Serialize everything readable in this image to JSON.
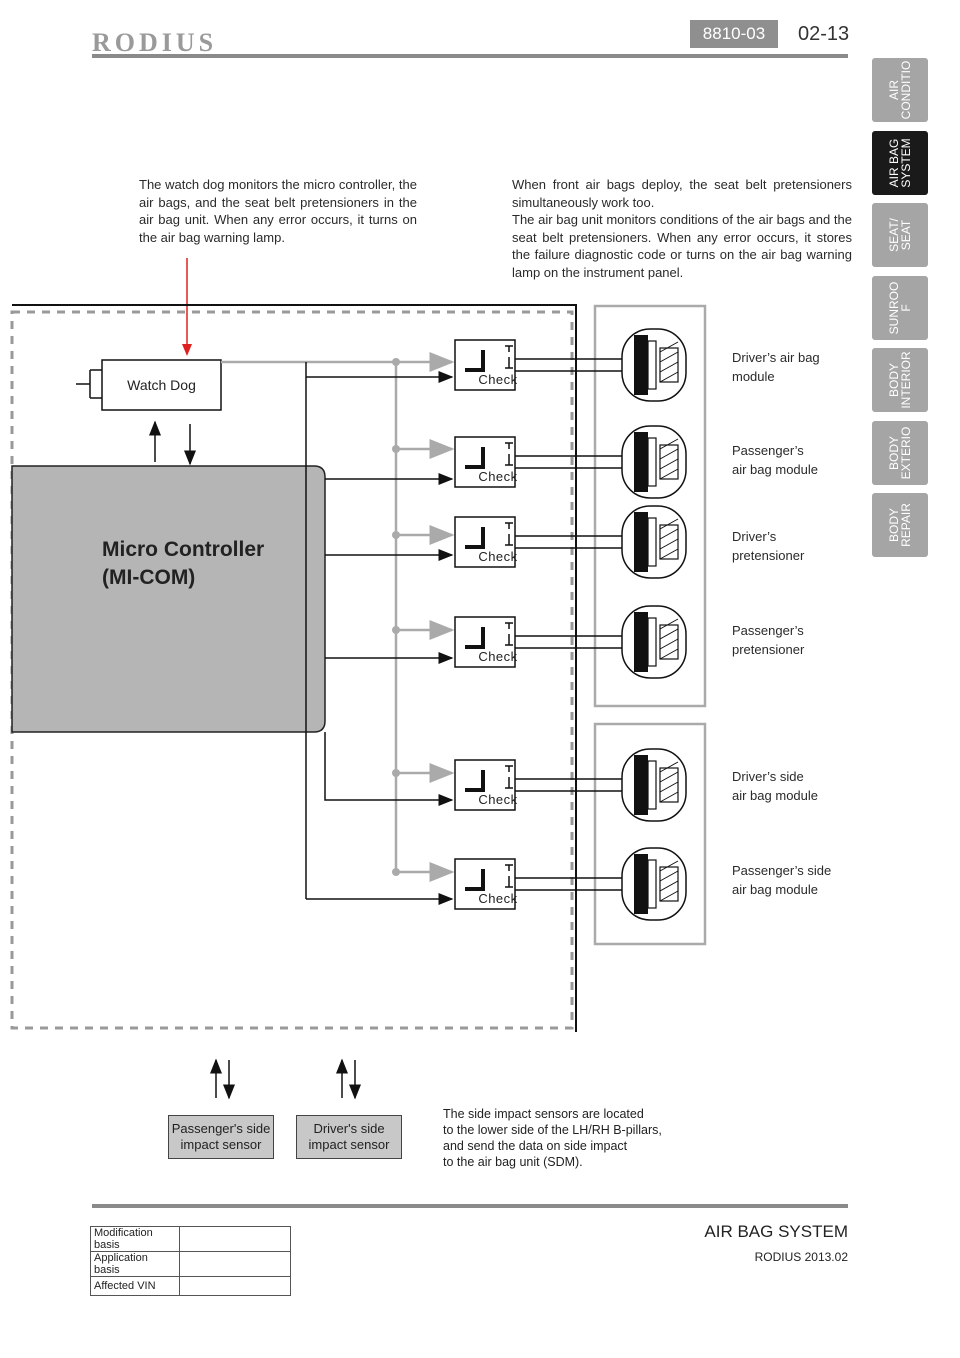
{
  "header": {
    "brand": "RODIUS",
    "doc_code": "8810-03",
    "page_number": "02-13"
  },
  "side_tabs": [
    {
      "label": "AIR\nCONDITIO",
      "active": false
    },
    {
      "label": "AIR BAG\nSYSTEM",
      "active": true
    },
    {
      "label": "SEAT/\nSEAT",
      "active": false
    },
    {
      "label": "SUNROO\nF",
      "active": false
    },
    {
      "label": "BODY\nINTERIOR",
      "active": false
    },
    {
      "label": "BODY\nEXTERIO",
      "active": false
    },
    {
      "label": "BODY\nREPAIR",
      "active": false
    }
  ],
  "notes": {
    "watchdog": "The watch dog monitors the micro controller, the air bags, and the seat belt pretensioners in the air bag unit. When any error occurs, it turns on the air bag warning lamp.",
    "deploy_line1": "When front air bags deploy, the seat belt pretensioners simultaneously work too.",
    "deploy_line2": "The air bag unit monitors conditions of the air bags and the seat belt pretensioners. When any error occurs, it stores the failure diagnostic code or turns on the air bag warning lamp on the instrument panel.",
    "side_sensors": "The side impact sensors are located\nto the lower side of the LH/RH B-pillars,\nand send the data on side impact\nto the air bag unit (SDM)."
  },
  "diagram": {
    "watch_dog": "Watch Dog",
    "micro_controller_line1": "Micro Controller",
    "micro_controller_line2": "(MI-COM)",
    "check_label": "Check",
    "modules": [
      "Driver’s air bag\nmodule",
      "Passenger’s\nair bag module",
      "Driver’s\npretensioner",
      "Passenger’s\npretensioner",
      "Driver’s side\nair bag module",
      "Passenger’s side\nair bag module"
    ],
    "sensors": [
      "Passenger's side\nimpact sensor",
      "Driver's side\nimpact sensor"
    ]
  },
  "footer": {
    "section": "AIR BAG SYSTEM",
    "version": "RODIUS 2013.02",
    "mod_table": [
      "Modification basis",
      "Application basis",
      "Affected VIN"
    ]
  }
}
